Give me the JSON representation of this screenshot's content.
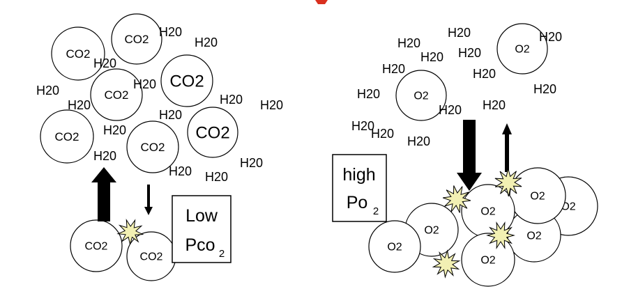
{
  "colors": {
    "outline": "#000000",
    "fill": "#ffffff",
    "burst": "#f2f0b3",
    "top_mark": "#d9301f"
  },
  "labels": {
    "co2": "CO2",
    "o2": "O2",
    "h2o": "H20",
    "left_box_line1": "Low",
    "left_box_line2": "Pco",
    "left_box_sub": "2",
    "right_box_line1": "high",
    "right_box_line2": "Po",
    "right_box_sub": "2"
  }
}
